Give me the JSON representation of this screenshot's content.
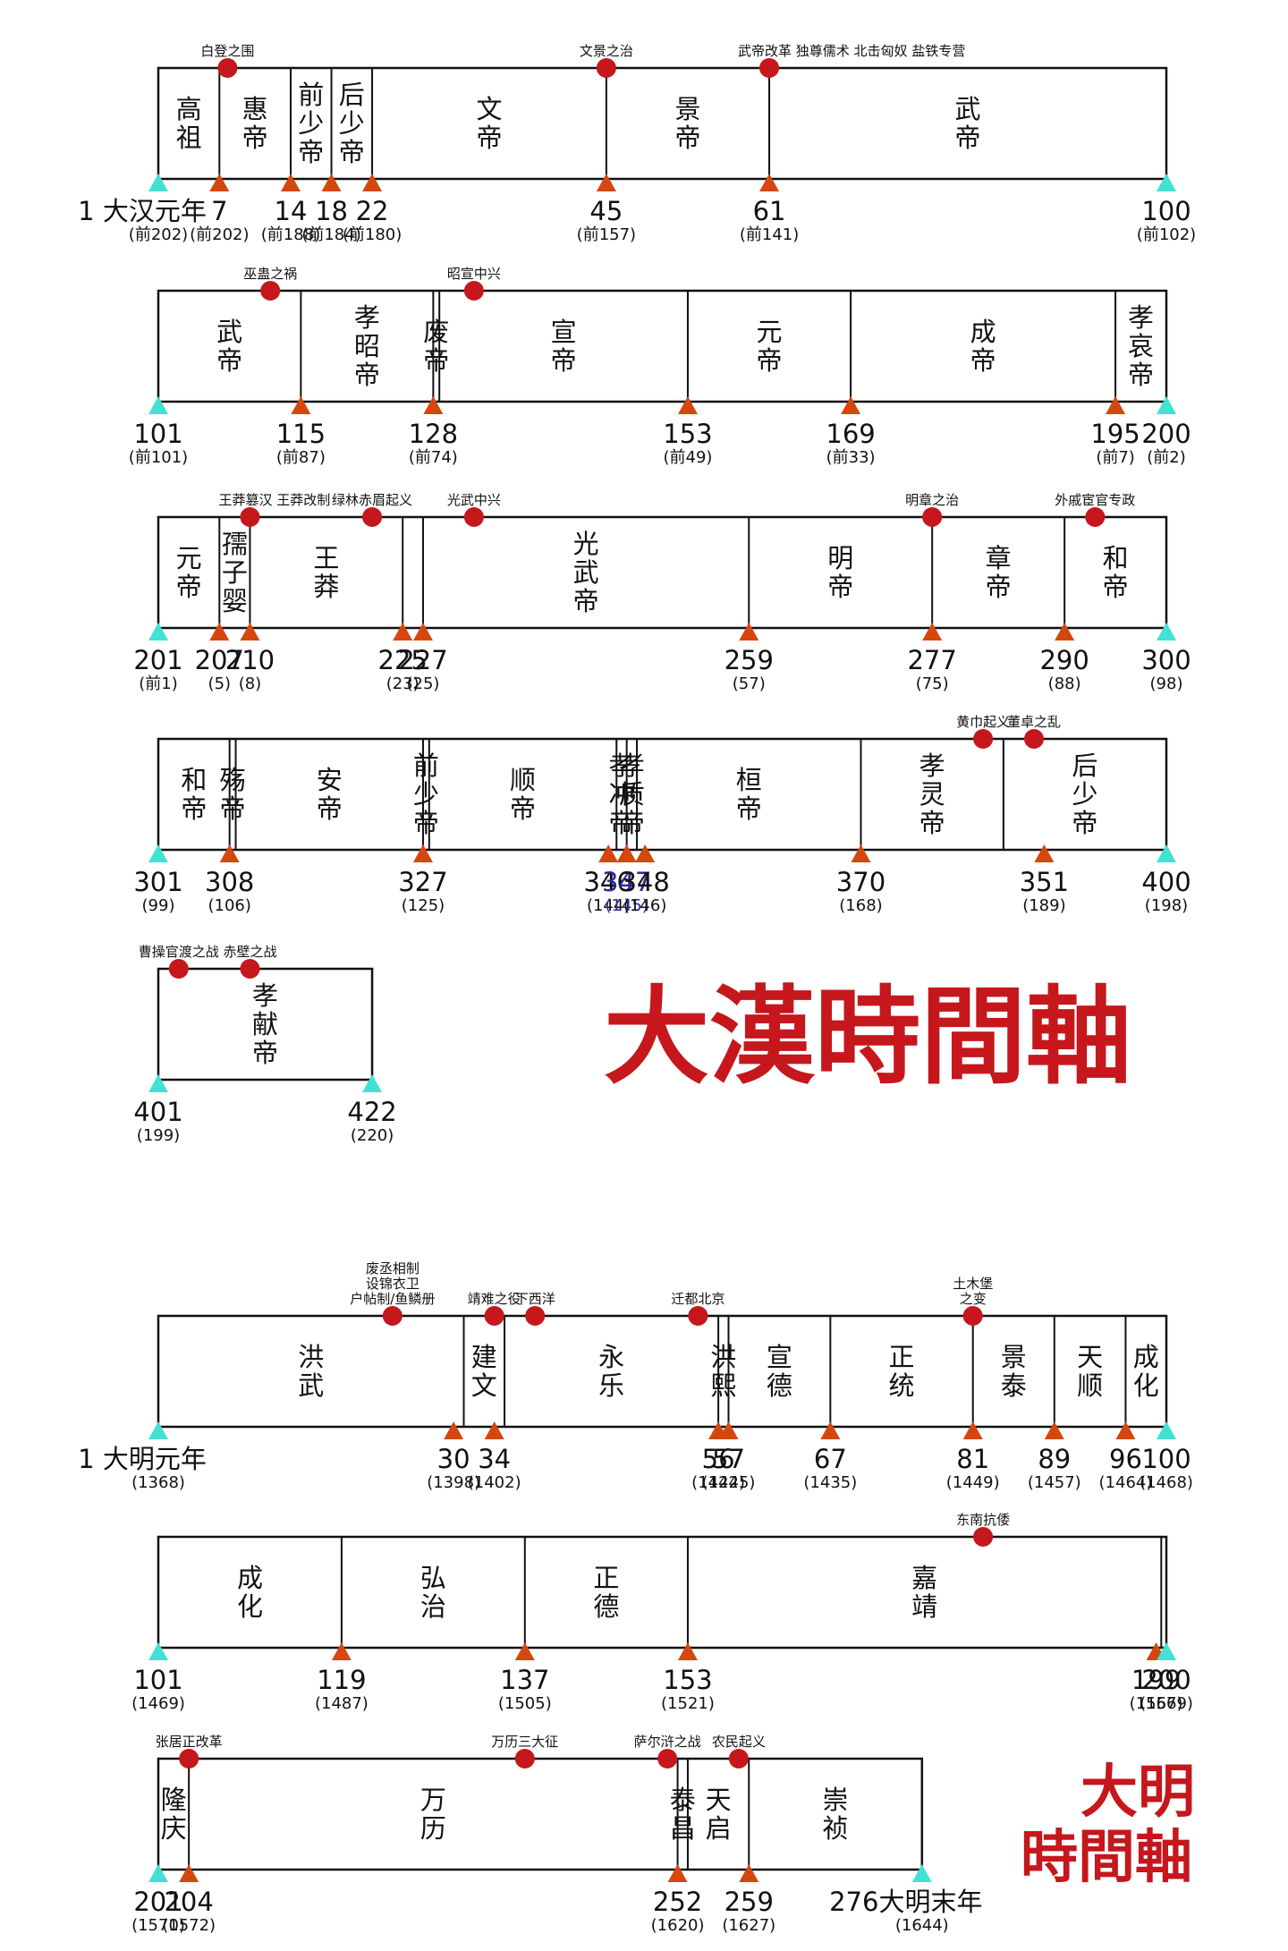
{
  "colors": {
    "event_dot": "#c5171c",
    "tick_tri": "#d4470e",
    "end_tri": "#44e0d6",
    "title": "#c5171c"
  },
  "han": {
    "title": "大漢時間軸",
    "rows": [
      {
        "reigns": [
          {
            "name": "高祖",
            "a": 1,
            "b": 7
          },
          {
            "name": "惠帝",
            "a": 7,
            "b": 14
          },
          {
            "name": "前少帝",
            "a": 14,
            "b": 18
          },
          {
            "name": "后少帝",
            "a": 18,
            "b": 22
          },
          {
            "name": "文帝",
            "a": 22,
            "b": 45
          },
          {
            "name": "景帝",
            "a": 45,
            "b": 61
          },
          {
            "name": "武帝",
            "a": 61,
            "b": 100
          }
        ],
        "events": [
          {
            "label": "白登之围",
            "at": 7.8
          },
          {
            "label": "文景之治",
            "at": 45
          },
          {
            "label": "武帝改革  独尊儒术  北击匈奴  盐铁专营",
            "at": 61
          }
        ],
        "ticks": [
          {
            "n": "1 大汉元年",
            "y": "(前202)",
            "at": 1,
            "end": true
          },
          {
            "n": "7",
            "y": "(前202)",
            "at": 7
          },
          {
            "n": "14",
            "y": "(前188)",
            "at": 14
          },
          {
            "n": "18",
            "y": "(前184)",
            "at": 18
          },
          {
            "n": "22",
            "y": "(前180)",
            "at": 22
          },
          {
            "n": "45",
            "y": "(前157)",
            "at": 45
          },
          {
            "n": "61",
            "y": "(前141)",
            "at": 61
          },
          {
            "n": "100",
            "y": "(前102)",
            "at": 100,
            "end": true
          }
        ]
      },
      {
        "reigns": [
          {
            "name": "武帝",
            "a": 101,
            "b": 115
          },
          {
            "name": "孝昭帝",
            "a": 115,
            "b": 128
          },
          {
            "name": "废帝",
            "a": 128,
            "b": 128.6
          },
          {
            "name": "宣帝",
            "a": 128.6,
            "b": 153
          },
          {
            "name": "元帝",
            "a": 153,
            "b": 169
          },
          {
            "name": "成帝",
            "a": 169,
            "b": 195
          },
          {
            "name": "孝哀帝",
            "a": 195,
            "b": 200
          }
        ],
        "events": [
          {
            "label": "巫蛊之祸",
            "at": 112
          },
          {
            "label": "昭宣中兴",
            "at": 132
          }
        ],
        "ticks": [
          {
            "n": "101",
            "y": "(前101)",
            "at": 101,
            "end": true
          },
          {
            "n": "115",
            "y": "(前87)",
            "at": 115
          },
          {
            "n": "128",
            "y": "(前74)",
            "at": 128
          },
          {
            "n": "153",
            "y": "(前49)",
            "at": 153
          },
          {
            "n": "169",
            "y": "(前33)",
            "at": 169
          },
          {
            "n": "195",
            "y": "(前7)",
            "at": 195
          },
          {
            "n": "200",
            "y": "(前2)",
            "at": 200,
            "end": true
          }
        ]
      },
      {
        "reigns": [
          {
            "name": "元帝",
            "a": 201,
            "b": 207
          },
          {
            "name": "孺子婴",
            "a": 207,
            "b": 210
          },
          {
            "name": "王莽",
            "a": 210,
            "b": 225
          },
          {
            "name": "",
            "a": 225,
            "b": 227
          },
          {
            "name": "光武帝",
            "a": 227,
            "b": 259
          },
          {
            "name": "明帝",
            "a": 259,
            "b": 277
          },
          {
            "name": "章帝",
            "a": 277,
            "b": 290
          },
          {
            "name": "和帝",
            "a": 290,
            "b": 300
          }
        ],
        "events": [
          {
            "label": "王莽篡汉  王莽改制",
            "at": 210
          },
          {
            "label": "绿林赤眉起义",
            "at": 222
          },
          {
            "label": "光武中兴",
            "at": 232
          },
          {
            "label": "明章之治",
            "at": 277
          },
          {
            "label": "外戚宦官专政",
            "at": 293
          }
        ],
        "ticks": [
          {
            "n": "201",
            "y": "(前1)",
            "at": 201,
            "end": true
          },
          {
            "n": "207",
            "y": "(5)",
            "at": 207
          },
          {
            "n": "210",
            "y": "(8)",
            "at": 210
          },
          {
            "n": "225",
            "y": "(23)",
            "at": 225
          },
          {
            "n": "227",
            "y": "(25)",
            "at": 227
          },
          {
            "n": "259",
            "y": "(57)",
            "at": 259
          },
          {
            "n": "277",
            "y": "(75)",
            "at": 277
          },
          {
            "n": "290",
            "y": "(88)",
            "at": 290
          },
          {
            "n": "300",
            "y": "(98)",
            "at": 300,
            "end": true
          }
        ]
      },
      {
        "reigns": [
          {
            "name": "和帝",
            "a": 301,
            "b": 308
          },
          {
            "name": "殇帝",
            "a": 308,
            "b": 308.6
          },
          {
            "name": "安帝",
            "a": 308.6,
            "b": 327
          },
          {
            "name": "前少帝",
            "a": 327,
            "b": 327.6
          },
          {
            "name": "顺帝",
            "a": 327.6,
            "b": 346
          },
          {
            "name": "孝冲帝",
            "a": 346,
            "b": 347
          },
          {
            "name": "孝质帝",
            "a": 347,
            "b": 348
          },
          {
            "name": "桓帝",
            "a": 348,
            "b": 370
          },
          {
            "name": "孝灵帝",
            "a": 370,
            "b": 384
          },
          {
            "name": "后少帝",
            "a": 384,
            "b": 400
          }
        ],
        "events": [
          {
            "label": "黄巾起义",
            "at": 382
          },
          {
            "label": "董卓之乱",
            "at": 387
          }
        ],
        "ticks": [
          {
            "n": "301",
            "y": "(99)",
            "at": 301,
            "end": true
          },
          {
            "n": "308",
            "y": "(106)",
            "at": 308
          },
          {
            "n": "327",
            "y": "(125)",
            "at": 327
          },
          {
            "n": "346",
            "y": "(144)",
            "at": 345.2
          },
          {
            "n": "347",
            "y": "(145)",
            "at": 347,
            "blue": true
          },
          {
            "n": "348",
            "y": "(146)",
            "at": 348.8
          },
          {
            "n": "370",
            "y": "(168)",
            "at": 370
          },
          {
            "n": "351",
            "y": "(189)",
            "at": 388
          },
          {
            "n": "400",
            "y": "(198)",
            "at": 400,
            "end": true
          }
        ]
      },
      {
        "reigns": [
          {
            "name": "孝献帝",
            "a": 401,
            "b": 422
          }
        ],
        "events": [
          {
            "label": "曹操官渡之战",
            "at": 403
          },
          {
            "label": "赤壁之战",
            "at": 410
          }
        ],
        "ticks": [
          {
            "n": "401",
            "y": "(199)",
            "at": 401,
            "end": true
          },
          {
            "n": "422",
            "y": "(220)",
            "at": 422,
            "end": true
          }
        ]
      }
    ]
  },
  "ming": {
    "title_line1": "大明",
    "title_line2": "時間軸",
    "rows": [
      {
        "reigns": [
          {
            "name": "洪武",
            "a": 1,
            "b": 31
          },
          {
            "name": "建文",
            "a": 31,
            "b": 35
          },
          {
            "name": "永乐",
            "a": 35,
            "b": 56
          },
          {
            "name": "洪熙",
            "a": 56,
            "b": 57
          },
          {
            "name": "宣德",
            "a": 57,
            "b": 67
          },
          {
            "name": "正统",
            "a": 67,
            "b": 81
          },
          {
            "name": "景泰",
            "a": 81,
            "b": 89
          },
          {
            "name": "天顺",
            "a": 89,
            "b": 96
          },
          {
            "name": "成化",
            "a": 96,
            "b": 100
          }
        ],
        "events": [
          {
            "label": "废丞相制\n设锦衣卫\n户帖制/鱼鳞册",
            "at": 24
          },
          {
            "label": "靖难之役",
            "at": 34
          },
          {
            "label": "下西洋",
            "at": 38
          },
          {
            "label": "迁都北京",
            "at": 54
          },
          {
            "label": "土木堡\n之变",
            "at": 81
          }
        ],
        "ticks": [
          {
            "n": "1 大明元年",
            "y": "(1368)",
            "at": 1,
            "end": true
          },
          {
            "n": "30",
            "y": "(1398)",
            "at": 30
          },
          {
            "n": "34",
            "y": "(1402)",
            "at": 34
          },
          {
            "n": "56",
            "y": "(1424)",
            "at": 56
          },
          {
            "n": "57",
            "y": "(1425)",
            "at": 57
          },
          {
            "n": "67",
            "y": "(1435)",
            "at": 67
          },
          {
            "n": "81",
            "y": "(1449)",
            "at": 81
          },
          {
            "n": "89",
            "y": "(1457)",
            "at": 89
          },
          {
            "n": "96",
            "y": "(1464)",
            "at": 96
          },
          {
            "n": "100",
            "y": "(1468)",
            "at": 100,
            "end": true
          }
        ]
      },
      {
        "reigns": [
          {
            "name": "成化",
            "a": 101,
            "b": 119
          },
          {
            "name": "弘治",
            "a": 119,
            "b": 137
          },
          {
            "name": "正德",
            "a": 137,
            "b": 153
          },
          {
            "name": "嘉靖",
            "a": 153,
            "b": 199.5
          },
          {
            "name": "",
            "a": 199.5,
            "b": 200
          }
        ],
        "events": [
          {
            "label": "东南抗倭",
            "at": 182
          }
        ],
        "ticks": [
          {
            "n": "101",
            "y": "(1469)",
            "at": 101,
            "end": true
          },
          {
            "n": "119",
            "y": "(1487)",
            "at": 119
          },
          {
            "n": "137",
            "y": "(1505)",
            "at": 137
          },
          {
            "n": "153",
            "y": "(1521)",
            "at": 153
          },
          {
            "n": "199",
            "y": "(1567)",
            "at": 199
          },
          {
            "n": "200",
            "y": "(1569)",
            "at": 200,
            "end": true
          }
        ]
      },
      {
        "reigns": [
          {
            "name": "隆庆",
            "a": 201,
            "b": 204
          },
          {
            "name": "万历",
            "a": 204,
            "b": 252
          },
          {
            "name": "泰昌",
            "a": 252,
            "b": 253
          },
          {
            "name": "天启",
            "a": 253,
            "b": 259
          },
          {
            "name": "崇祯",
            "a": 259,
            "b": 276
          }
        ],
        "events": [
          {
            "label": "张居正改革",
            "at": 204
          },
          {
            "label": "万历三大征",
            "at": 237
          },
          {
            "label": "萨尔浒之战",
            "at": 251
          },
          {
            "label": "农民起义",
            "at": 258
          }
        ],
        "ticks": [
          {
            "n": "201",
            "y": "(1570)",
            "at": 201,
            "end": true
          },
          {
            "n": "204",
            "y": "(1572)",
            "at": 204
          },
          {
            "n": "252",
            "y": "(1620)",
            "at": 252
          },
          {
            "n": "259",
            "y": "(1627)",
            "at": 259
          },
          {
            "n": "276大明末年",
            "y": "(1644)",
            "at": 276,
            "end": true
          }
        ]
      }
    ]
  }
}
